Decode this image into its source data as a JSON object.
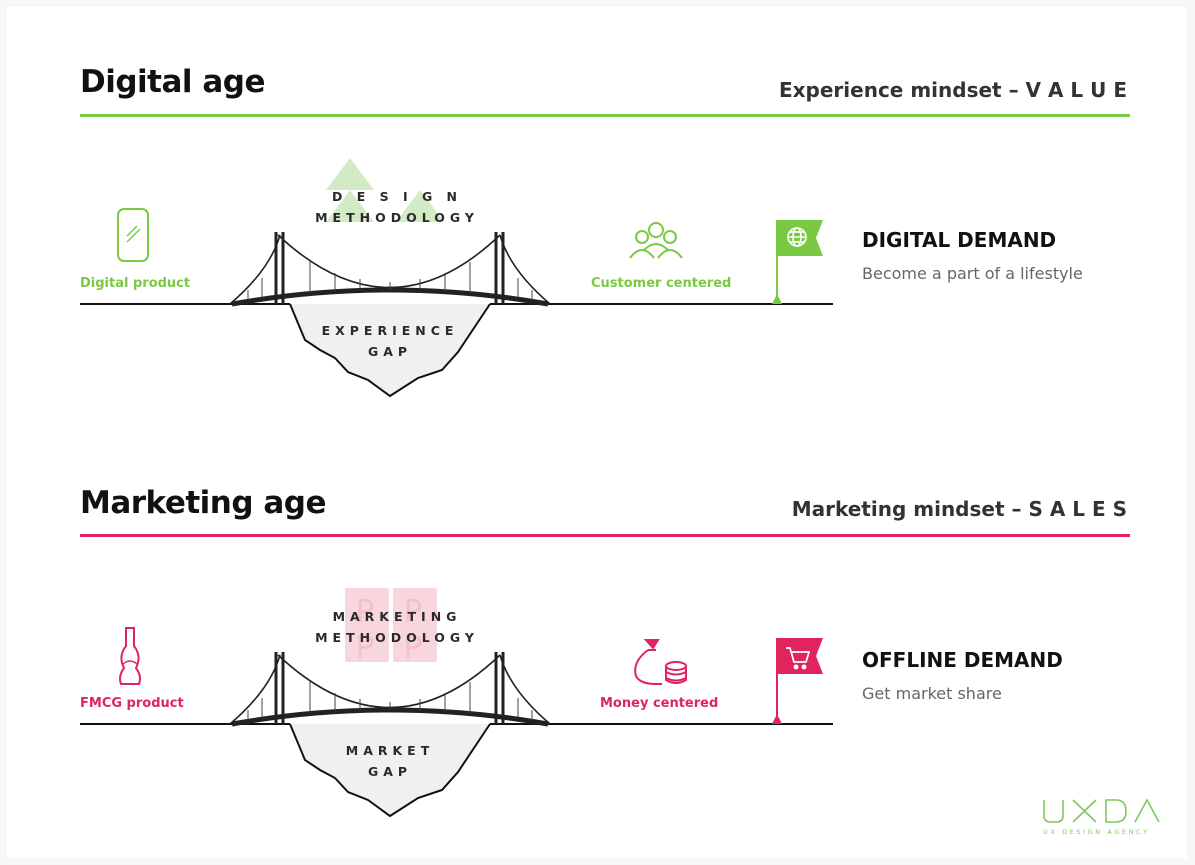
{
  "colors": {
    "green": "#7ac943",
    "pink": "#e0245e",
    "dark": "#111111"
  },
  "digital": {
    "heading": "Digital age",
    "mindset": "Experience mindset – V A L U E",
    "left_label": "Digital product",
    "left_icon": "smartphone-icon",
    "methodology": [
      "D E S I G N",
      "METHODOLOGY"
    ],
    "gap": [
      "EXPERIENCE",
      "GAP"
    ],
    "right_label": "Customer centered",
    "right_icon": "people-icon",
    "flag_icon": "globe-icon",
    "demand_title": "DIGITAL DEMAND",
    "demand_sub": "Become a part of a lifestyle"
  },
  "marketing": {
    "heading": "Marketing age",
    "mindset": "Marketing mindset – S A L E S",
    "left_label": "FMCG product",
    "left_icon": "bottle-icon",
    "methodology": [
      "MARKETING",
      "METHODOLOGY"
    ],
    "gap": [
      "MARKET",
      "GAP"
    ],
    "right_label": "Money centered",
    "right_icon": "money-bag-icon",
    "flag_icon": "cart-icon",
    "demand_title": "OFFLINE DEMAND",
    "demand_sub": "Get market share"
  },
  "logo": {
    "text": "UXDA",
    "sub": "UX DESIGN AGENCY"
  }
}
